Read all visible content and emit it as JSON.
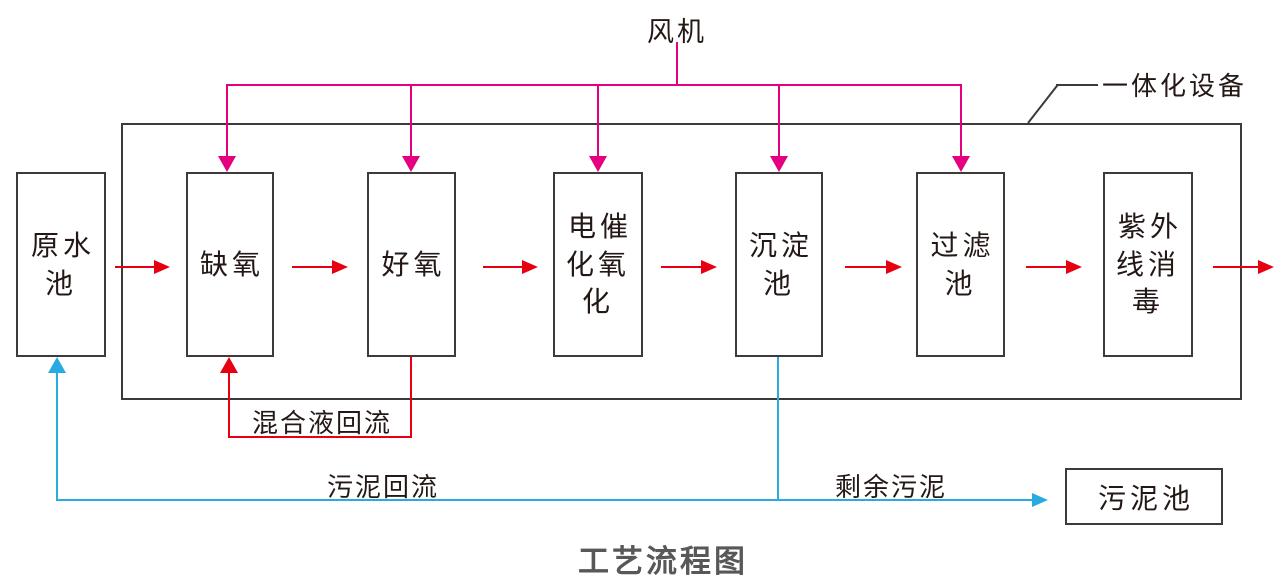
{
  "title": "工艺流程图",
  "fan": {
    "label": "风机"
  },
  "integrated_unit": {
    "label": "一体化设备"
  },
  "process_boxes": [
    {
      "id": "raw-water-tank",
      "label": "原水\n池"
    },
    {
      "id": "anoxic-tank",
      "label": "缺氧"
    },
    {
      "id": "aerobic-tank",
      "label": "好氧"
    },
    {
      "id": "electrocatalytic-oxidation",
      "label": "电催\n化氧\n化"
    },
    {
      "id": "sedimentation-tank",
      "label": "沉淀\n池"
    },
    {
      "id": "filter-tank",
      "label": "过滤\n池"
    },
    {
      "id": "uv-disinfection",
      "label": "紫外\n线消\n毒"
    }
  ],
  "sludge_tank": {
    "label": "污泥池"
  },
  "flow_labels": {
    "mixed_liquor_return": "混合液回流",
    "sludge_return": "污泥回流",
    "excess_sludge": "剩余污泥"
  },
  "colors": {
    "aeration_line": "#e4007f",
    "flow_arrow": "#e60012",
    "sludge_line": "#29abe2",
    "box_border": "#3e3a39",
    "label_text": "#231815",
    "title_text": "#595757"
  }
}
